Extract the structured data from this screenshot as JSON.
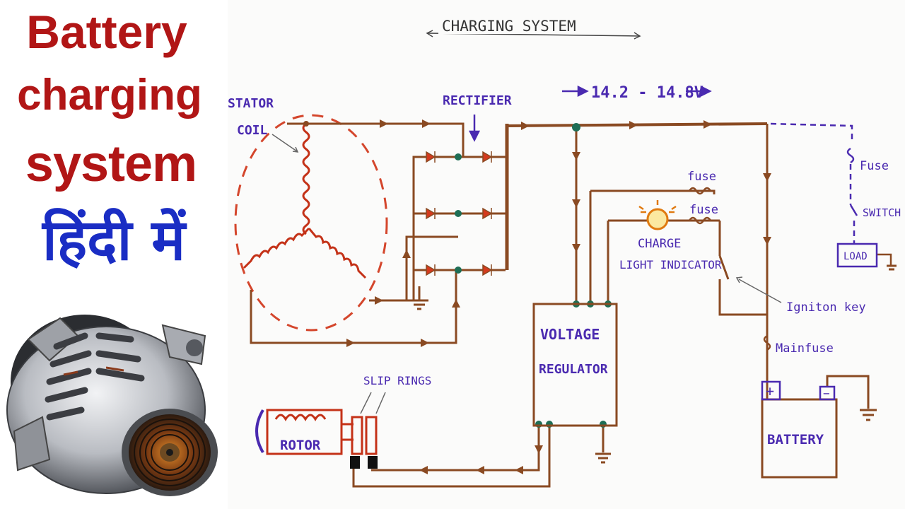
{
  "left_panel": {
    "title_lines": [
      "Battery",
      "charging",
      "system"
    ],
    "hindi_line": "हिंदी में"
  },
  "diagram": {
    "heading": "CHARGING SYSTEM",
    "voltage_note": "14.2 - 14.8V",
    "labels": {
      "stator_coil_1": "STATOR",
      "stator_coil_2": "COIL",
      "rectifier": "RECTIFIER",
      "fuse_right": "Fuse",
      "switch": "SWITCH",
      "load": "LOAD",
      "fuse_1": "fuse",
      "fuse_2": "fuse",
      "charge_light_1": "CHARGE",
      "charge_light_2": "LIGHT INDICATOR",
      "ignition_key": "Igniton key",
      "main_fuse": "Mainfuse",
      "voltage_regulator_1": "VOLTAGE",
      "voltage_regulator_2": "REGULATOR",
      "slip_rings": "SLIP RINGS",
      "rotor": "ROTOR",
      "battery": "BATTERY",
      "battery_plus": "+",
      "battery_minus": "−"
    },
    "colors": {
      "wire": "#8a4a22",
      "ink_blue": "#4a2ab0",
      "coil_red": "#c43218",
      "dashed_red": "#d4462c",
      "node_green": "#1f6e55"
    }
  }
}
